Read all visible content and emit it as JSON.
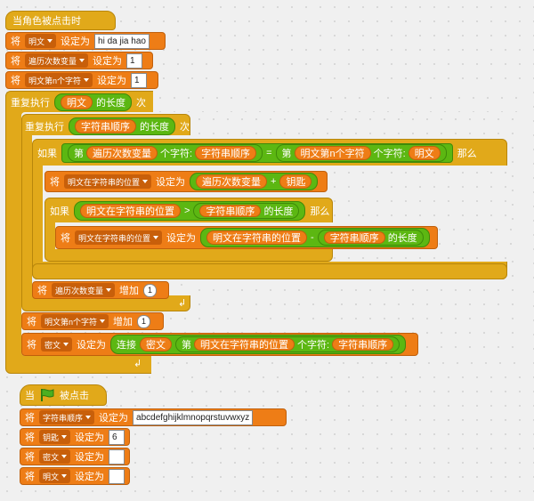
{
  "script1": {
    "hat": "当角色被点击时",
    "set": "将",
    "set_to": "设定为",
    "change": "增加",
    "repeat": "重复执行",
    "cnt": "次",
    "length_of": "的长度",
    "if": "如果",
    "then": "那么",
    "letter": "第",
    "letter_of": "个字符:",
    "join": "连接",
    "plus": "+",
    "minus": "-",
    "gt": ">",
    "eq": "=",
    "var_plain": "明文",
    "var_index": "遍历次数变量",
    "var_nth": "明文第n个字符",
    "var_pos": "明文在字符串的位置",
    "var_order": "字符串顺序",
    "var_key": "钥匙",
    "var_cipher": "密文",
    "plain_value": "hi da jia hao",
    "one": "1"
  },
  "script2": {
    "hat_prefix": "当",
    "hat_suffix": "被点击",
    "flag_icon": "green-flag-icon",
    "set": "将",
    "set_to": "设定为",
    "order_value": "abcdefghijklmnopqrstuvwxyz",
    "key_value": "6",
    "cipher_value": "",
    "plain_value": ""
  },
  "colors": {
    "control": "#e1a91a",
    "variable": "#ee7d16",
    "operator": "#5cb712"
  }
}
